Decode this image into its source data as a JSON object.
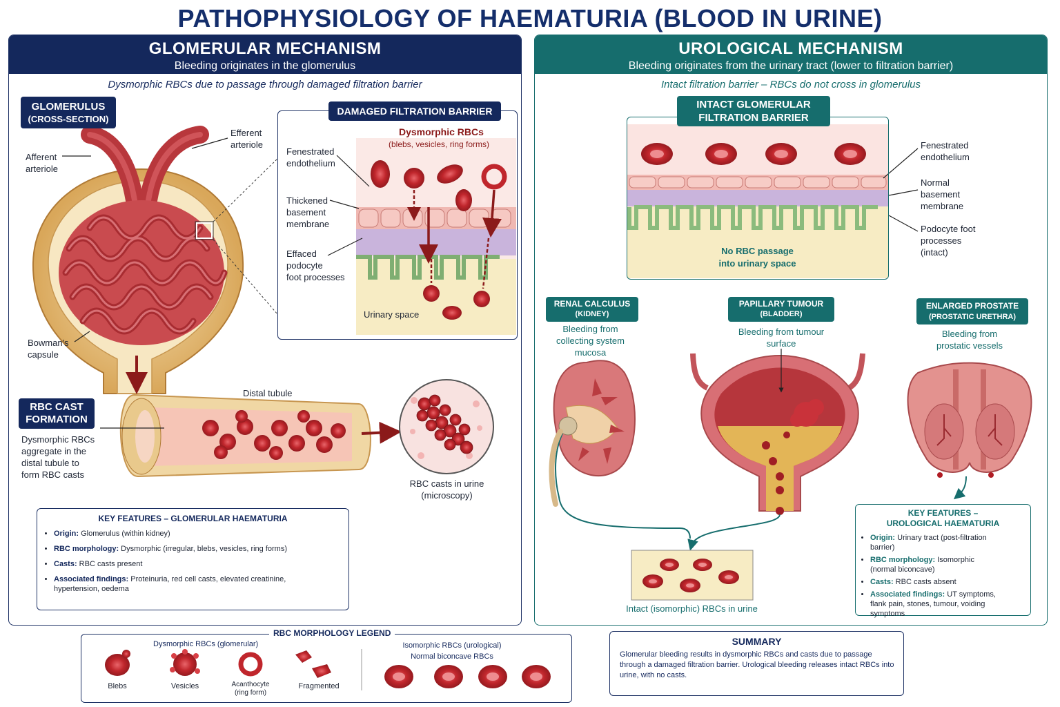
{
  "title": "PATHOPHYSIOLOGY OF HAEMATURIA (BLOOD IN URINE)",
  "glomerular": {
    "header": "GLOMERULAR MECHANISM",
    "subheader": "Bleeding originates in the glomerulus",
    "italic_note": "Dysmorphic RBCs due to passage through damaged filtration barrier",
    "glomerulus_tag": [
      "GLOMERULUS",
      "(CROSS-SECTION)"
    ],
    "efferent_label": [
      "Efferent",
      "arteriole"
    ],
    "afferent_label": [
      "Afferent",
      "arteriole"
    ],
    "bowman_label": [
      "Bowman's",
      "capsule"
    ],
    "barrier_tag": "DAMAGED FILTRATION BARRIER",
    "dysmorphic_title": "Dysmorphic RBCs",
    "dysmorphic_sub": "(blebs, vesicles, ring forms)",
    "fenestrated_label": [
      "Fenestrated",
      "endothelium"
    ],
    "thickened_label": [
      "Thickened",
      "basement",
      "membrane"
    ],
    "effaced_label": [
      "Effaced",
      "podocyte",
      "foot processes"
    ],
    "urinary_space": "Urinary space",
    "cast_tag": [
      "RBC CAST",
      "FORMATION"
    ],
    "cast_desc": [
      "Dysmorphic RBCs",
      "aggregate in the",
      "distal tubule to",
      "form RBC casts"
    ],
    "distal_tubule": "Distal tubule",
    "casts_urine": [
      "RBC casts in urine",
      "(microscopy)"
    ],
    "key_features": {
      "title": "KEY FEATURES – GLOMERULAR HAEMATURIA",
      "items": [
        {
          "label": "Origin:",
          "text": " Glomerulus (within kidney)"
        },
        {
          "label": "RBC morphology:",
          "text": " Dysmorphic (irregular, blebs, vesicles, ring forms)"
        },
        {
          "label": "Casts:",
          "text": " RBC casts present"
        },
        {
          "label": "Associated findings:",
          "text": " Proteinuria, red cell casts, elevated creatinine, hypertension, oedema"
        }
      ]
    }
  },
  "urological": {
    "header": "UROLOGICAL MECHANISM",
    "subheader": "Bleeding originates from the urinary tract (lower to filtration barrier)",
    "italic_note": "Intact filtration barrier – RBCs do not cross in glomerulus",
    "intact_tag": [
      "INTACT GLOMERULAR",
      "FILTRATION BARRIER"
    ],
    "no_passage": [
      "No RBC passage",
      "into urinary space"
    ],
    "fenestrated_label": [
      "Fenestrated",
      "endothelium"
    ],
    "normal_bm_label": [
      "Normal",
      "basement",
      "membrane"
    ],
    "podocyte_label": [
      "Podocyte foot",
      "processes",
      "(intact)"
    ],
    "renal": {
      "tag": [
        "RENAL CALCULUS",
        "(KIDNEY)"
      ],
      "desc": [
        "Bleeding from",
        "collecting system",
        "mucosa"
      ]
    },
    "papillary": {
      "tag": [
        "PAPILLARY TUMOUR",
        "(BLADDER)"
      ],
      "desc": [
        "Bleeding from tumour",
        "surface"
      ]
    },
    "prostate": {
      "tag": [
        "ENLARGED PROSTATE",
        "(PROSTATIC URETHRA)"
      ],
      "desc": [
        "Bleeding from",
        "prostatic vessels"
      ]
    },
    "intact_rbcs": "Intact (isomorphic) RBCs in urine",
    "key_features": {
      "title": [
        "KEY FEATURES –",
        "UROLOGICAL HAEMATURIA"
      ],
      "items": [
        {
          "label": "Origin:",
          "text": " Urinary tract (post-filtration barrier)"
        },
        {
          "label": "RBC morphology:",
          "text": " Isomorphic (normal biconcave)"
        },
        {
          "label": "Casts:",
          "text": " RBC casts absent"
        },
        {
          "label": "Associated findings:",
          "text": " UT symptoms, flank pain, stones, tumour, voiding symptoms"
        }
      ]
    }
  },
  "legend": {
    "title": "RBC MORPHOLOGY LEGEND",
    "dysmorphic_heading": "Dysmorphic RBCs (glomerular)",
    "isomorphic_heading": [
      "Isomorphic RBCs (urological)",
      "Normal biconcave RBCs"
    ],
    "items": [
      "Blebs",
      "Vesicles",
      "Acanthocyte",
      "(ring form)",
      "Fragmented"
    ]
  },
  "summary": {
    "title": "SUMMARY",
    "text": "Glomerular bleeding results in dysmorphic RBCs and casts due to passage through a damaged filtration barrier. Urological bleeding releases intact RBCs into urine, with no casts."
  },
  "colors": {
    "navy": "#14285c",
    "teal": "#166d6d",
    "rbc": "#c0262c",
    "dark_red": "#8b1a1a"
  }
}
